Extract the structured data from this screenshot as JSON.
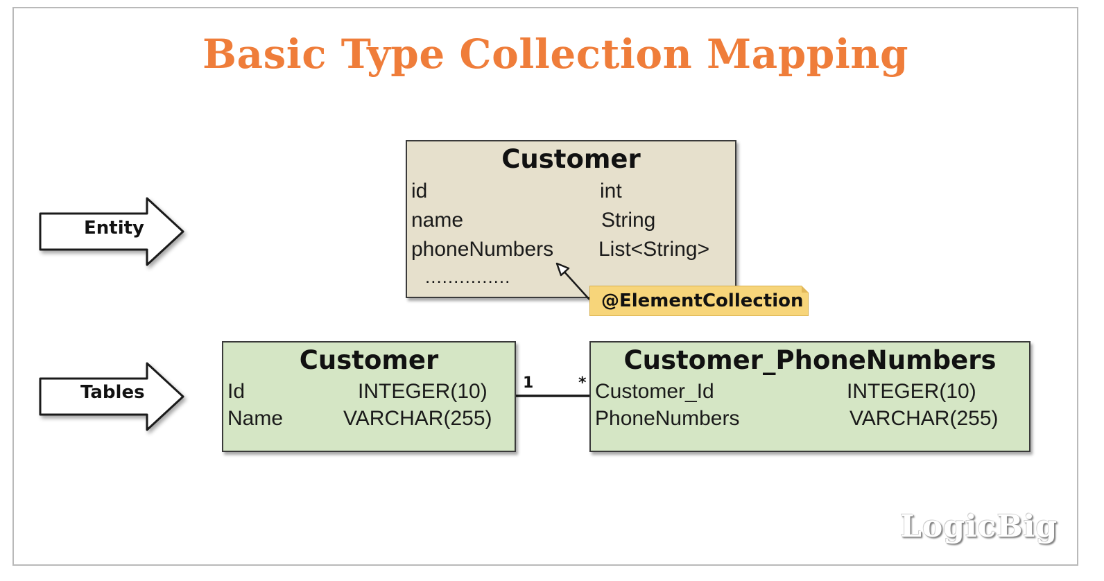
{
  "title": "Basic Type Collection Mapping",
  "arrows": {
    "entity_label": "Entity",
    "tables_label": "Tables"
  },
  "entity": {
    "name": "Customer",
    "fields": [
      {
        "name": "id",
        "type": "int"
      },
      {
        "name": "name",
        "type": "String"
      },
      {
        "name": "phoneNumbers",
        "type": "List<String>"
      }
    ],
    "ellipsis": "...............",
    "annotation": "@ElementCollection"
  },
  "customer_table": {
    "name": "Customer",
    "columns": [
      {
        "name": "Id",
        "type": "INTEGER(10)"
      },
      {
        "name": "Name",
        "type": "VARCHAR(255)"
      }
    ]
  },
  "phone_table": {
    "name": "Customer_PhoneNumbers",
    "columns": [
      {
        "name": "Customer_Id",
        "type": "INTEGER(10)"
      },
      {
        "name": "PhoneNumbers",
        "type": "VARCHAR(255)"
      }
    ]
  },
  "relation": {
    "left_multiplicity": "1",
    "right_multiplicity": "*"
  },
  "logo": "LogicBig",
  "colors": {
    "title": "#ef7d3a",
    "entity_box": "#e6e0cc",
    "table_box": "#d5e6c5",
    "note": "#f7d57a"
  }
}
